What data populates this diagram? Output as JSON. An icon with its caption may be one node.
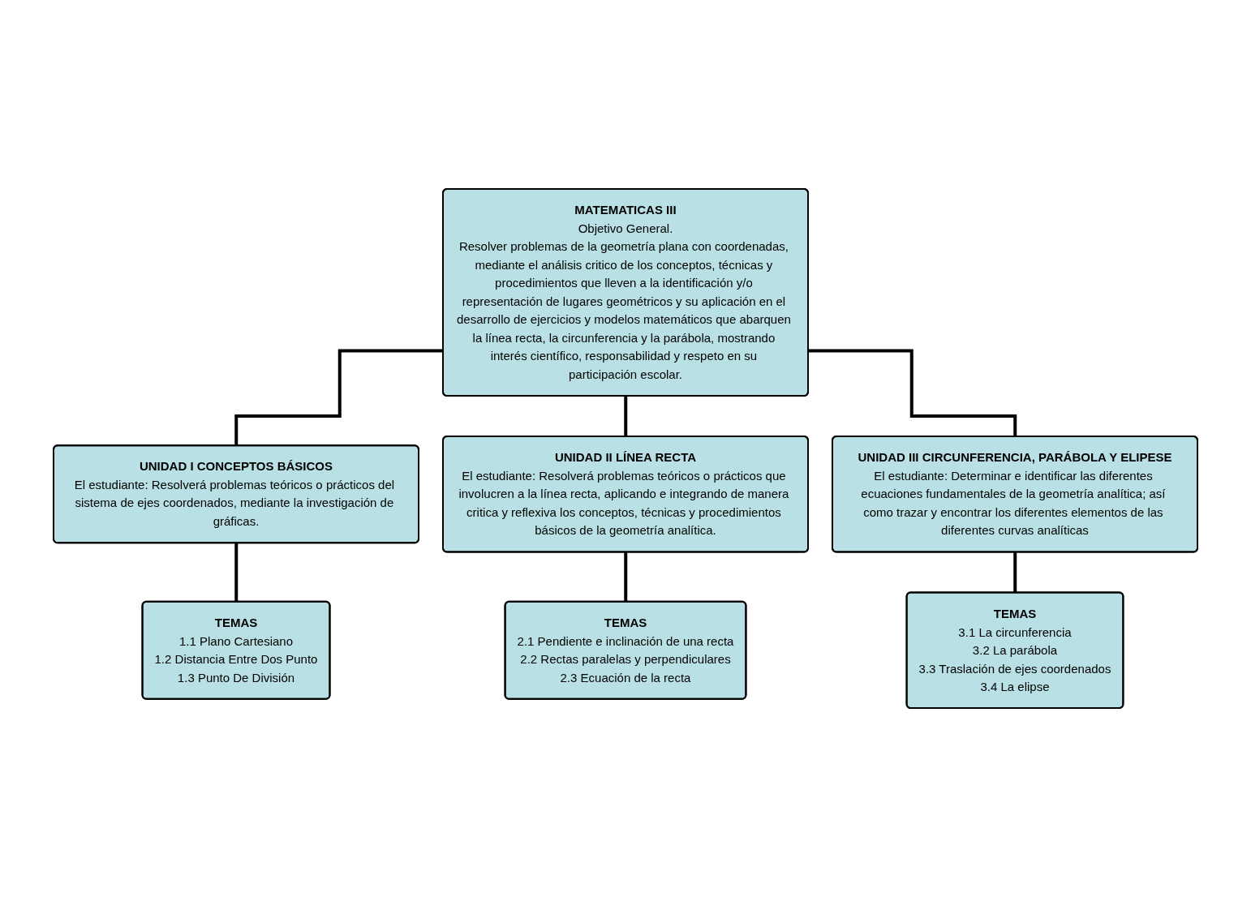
{
  "diagram": {
    "nodes": [
      {
        "text": [
          "MATEMATICAS III",
          "Objetivo General.",
          "Resolver problemas de la geometría plana con coordenadas, mediante el análisis critico de los conceptos, técnicas y procedimientos que lleven a la identificación y/o representación de lugares geométricos y su aplicación en el desarrollo de ejercicios y modelos matemáticos que abarquen la línea recta, la circunferencia y la parábola, mostrando interés científico, responsabilidad y respeto en su participación escolar."
        ]
      },
      {
        "text": [
          "UNIDAD I CONCEPTOS BÁSICOS",
          "El estudiante: Resolverá problemas teóricos o prácticos del sistema de ejes coordenados, mediante la investigación de gráficas."
        ]
      },
      {
        "text": [
          "TEMAS",
          "1.1 Plano Cartesiano",
          "1.2 Distancia Entre Dos Punto",
          "1.3 Punto De División"
        ]
      },
      {
        "text": [
          "UNIDAD II LÍNEA RECTA",
          "El estudiante: Resolverá problemas teóricos o prácticos que involucren a la línea recta, aplicando e integrando de manera critica y reflexiva los conceptos, técnicas y procedimientos básicos de la geometría analítica."
        ]
      },
      {
        "text": [
          "TEMAS",
          "2.1 Pendiente e inclinación de una recta",
          "2.2 Rectas paralelas y perpendiculares",
          "2.3 Ecuación de la recta"
        ]
      },
      {
        "text": [
          "UNIDAD III CIRCUNFERENCIA, PARÁBOLA Y ELIPESE",
          "El estudiante: Determinar e identificar las diferentes ecuaciones fundamentales de la geometría analítica; así como trazar y encontrar los diferentes elementos de las diferentes curvas analíticas"
        ]
      },
      {
        "text": [
          "TEMAS",
          "3.1 La circunferencia",
          "3.2 La parábola",
          "3.3 Traslación de ejes coordenados",
          "3.4 La elipse"
        ]
      }
    ],
    "edges": [
      {
        "from": 0,
        "to": 1,
        "arrow": "none"
      },
      {
        "from": 0,
        "to": 3,
        "arrow": "none"
      },
      {
        "from": 0,
        "to": 5,
        "arrow": "none"
      },
      {
        "from": 1,
        "to": 2,
        "arrow": "none"
      },
      {
        "from": 3,
        "to": 4,
        "arrow": "none"
      },
      {
        "from": 5,
        "to": 6,
        "arrow": "none"
      }
    ]
  }
}
